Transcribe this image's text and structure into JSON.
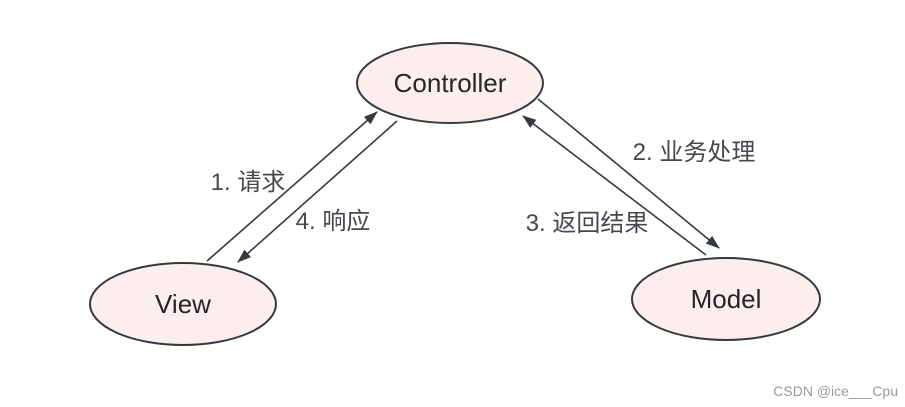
{
  "diagram": {
    "type": "mvc-flow-diagram",
    "nodes": {
      "controller": {
        "label": "Controller"
      },
      "view": {
        "label": "View"
      },
      "model": {
        "label": "Model"
      }
    },
    "edges": {
      "request": {
        "label": "1. 请求",
        "from": "View",
        "to": "Controller"
      },
      "response": {
        "label": "4. 响应",
        "from": "Controller",
        "to": "View"
      },
      "process": {
        "label": "2. 业务处理",
        "from": "Controller",
        "to": "Model"
      },
      "result": {
        "label": "3. 返回结果",
        "from": "Model",
        "to": "Controller"
      }
    },
    "colors": {
      "node_fill": "#fceeec",
      "stroke": "#343a40",
      "node_text": "#26262a",
      "edge_text": "#45484d",
      "watermark_text": "#9e9899",
      "background": "#ffffff"
    },
    "watermark": "CSDN @ice___Cpu"
  }
}
